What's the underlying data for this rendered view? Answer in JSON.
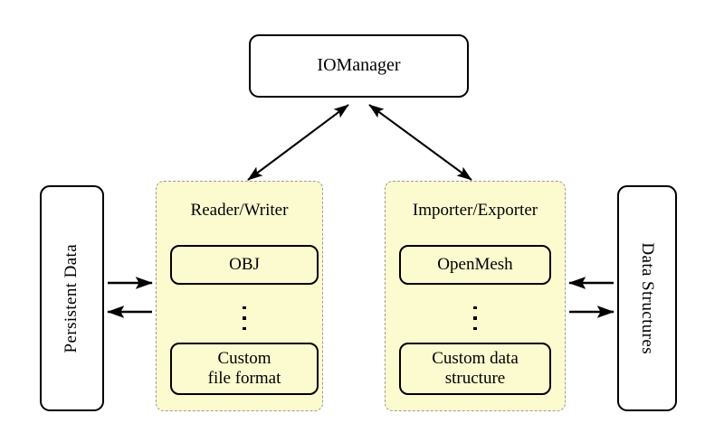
{
  "diagram": {
    "title_node": {
      "label": "IOManager"
    },
    "groups": [
      {
        "name": "reader-writer",
        "title": "Reader/Writer",
        "items": [
          {
            "label": "OBJ"
          },
          {
            "label": "Custom\nfile format",
            "line1": "Custom",
            "line2": "file format"
          }
        ],
        "ellipsis": "vertical-dots"
      },
      {
        "name": "importer-exporter",
        "title": "Importer/Exporter",
        "items": [
          {
            "label": "OpenMesh"
          },
          {
            "label": "Custom data\nstructure",
            "line1": "Custom data",
            "line2": "structure"
          }
        ],
        "ellipsis": "vertical-dots"
      }
    ],
    "side_nodes": {
      "left": {
        "label": "Persistent Data",
        "orientation": "rotated-ccw"
      },
      "right": {
        "label": "Data Structures",
        "orientation": "rotated-cw"
      }
    },
    "connections": [
      {
        "name": "iomanager-to-reader-writer",
        "style": "double-headed-arrow",
        "direction": "bidirectional"
      },
      {
        "name": "iomanager-to-importer-exporter",
        "style": "double-headed-arrow",
        "direction": "bidirectional"
      },
      {
        "name": "persistent-data-to-reader-writer",
        "style": "single-headed-arrow",
        "direction": "right"
      },
      {
        "name": "reader-writer-to-persistent-data",
        "style": "single-headed-arrow",
        "direction": "left"
      },
      {
        "name": "data-structures-to-importer-exporter",
        "style": "single-headed-arrow",
        "direction": "left"
      },
      {
        "name": "importer-exporter-to-data-structures",
        "style": "single-headed-arrow",
        "direction": "right"
      }
    ],
    "colors": {
      "group_fill": "#fcfbcf",
      "group_border": "#9b9b9b",
      "node_border": "#000000",
      "node_fill": "#ffffff",
      "background": "#ffffff"
    }
  }
}
